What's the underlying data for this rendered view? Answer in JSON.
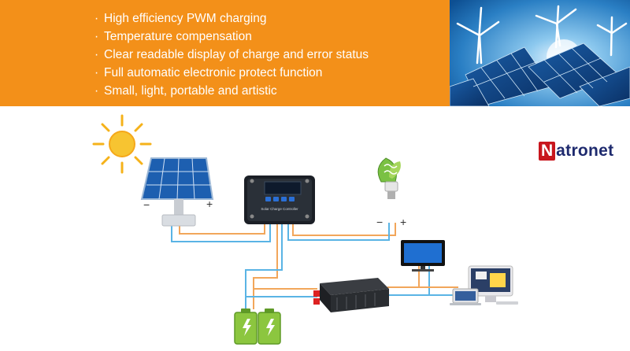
{
  "features": [
    "High efficiency PWM charging",
    "Temperature compensation",
    "Clear readable display of charge and error status",
    "Full automatic electronic protect function",
    "Small, light, portable and artistic"
  ],
  "bullet": "·",
  "brand": {
    "initial": "N",
    "rest": "atronet"
  },
  "controller_label": "Solar Charge Controller",
  "panel_polarity": {
    "minus": "−",
    "plus": "+"
  },
  "lamp_polarity": {
    "minus": "−",
    "plus": "+"
  },
  "colors": {
    "banner": "#f39019",
    "wire_positive": "#f2a65a",
    "wire_negative": "#5ab4e5",
    "brand_red": "#c8161d",
    "brand_blue": "#1e2a6e",
    "battery_green": "#8cc63f"
  }
}
